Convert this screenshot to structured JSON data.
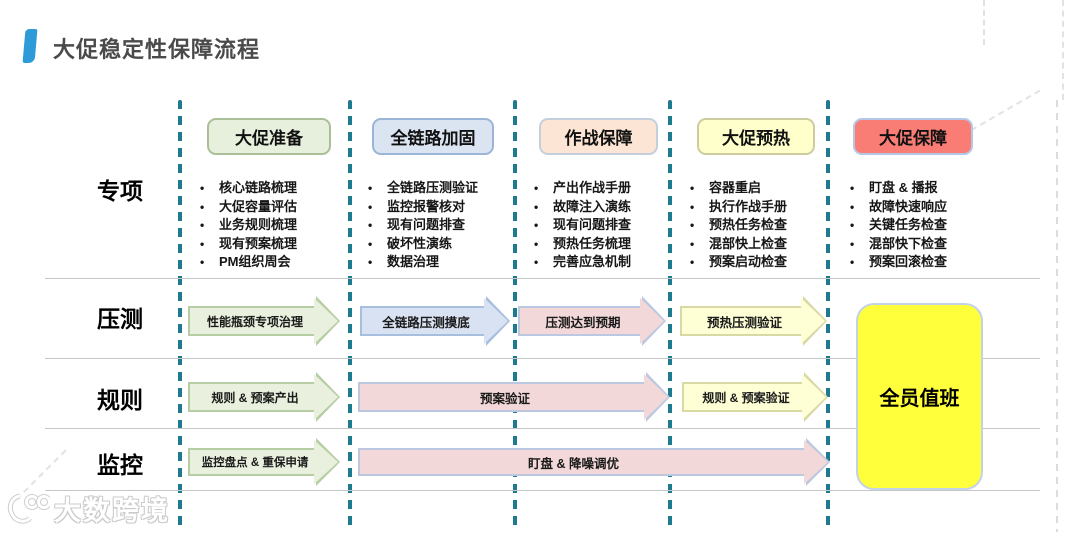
{
  "title": "大促稳定性保障流程",
  "rows": [
    {
      "label": "专项"
    },
    {
      "label": "压测"
    },
    {
      "label": "规则"
    },
    {
      "label": "监控"
    }
  ],
  "columns": [
    {
      "header": "大促准备",
      "color": "#e7f0dc",
      "items": [
        "核心链路梳理",
        "大促容量评估",
        "业务规则梳理",
        "现有预案梳理",
        "PM组织周会"
      ]
    },
    {
      "header": "全链路加固",
      "color": "#dbe5f1",
      "items": [
        "全链路压测验证",
        "监控报警核对",
        "现有问题排查",
        "破坏性演练",
        "数据治理"
      ]
    },
    {
      "header": "作战保障",
      "color": "#fce5d5",
      "items": [
        "产出作战手册",
        "故障注入演练",
        "现有问题排查",
        "预热任务梳理",
        "完善应急机制"
      ]
    },
    {
      "header": "大促预热",
      "color": "#ffffcc",
      "items": [
        "容器重启",
        "执行作战手册",
        "预热任务检查",
        "混部快上检查",
        "预案启动检查"
      ]
    },
    {
      "header": "大促保障",
      "color": "#f97d75",
      "items": [
        "盯盘 & 播报",
        "故障快速响应",
        "关键任务检查",
        "混部快下检查",
        "预案回滚检查"
      ]
    }
  ],
  "arrows": {
    "yace": [
      "性能瓶颈专项治理",
      "全链路压测摸底",
      "压测达到预期",
      "预热压测验证"
    ],
    "guize": [
      "规则 & 预案产出",
      "预案验证",
      "规则 & 预案验证"
    ],
    "jiankong": [
      "监控盘点 & 重保申请",
      "盯盘 & 降噪调优"
    ]
  },
  "duty_box": {
    "label": "全员值班"
  },
  "watermark": {
    "text": "大数跨境"
  },
  "colors": {
    "title_accent": "#2e9bd8",
    "dashed_line": "#1e7a8e",
    "arrow_green": "#e9f1de",
    "arrow_blue": "#d9e2f3",
    "arrow_pink": "#f2d8d8",
    "arrow_yellow": "#ffffd6",
    "duty_yellow": "#ffff3b",
    "header_red": "#f97d75"
  }
}
